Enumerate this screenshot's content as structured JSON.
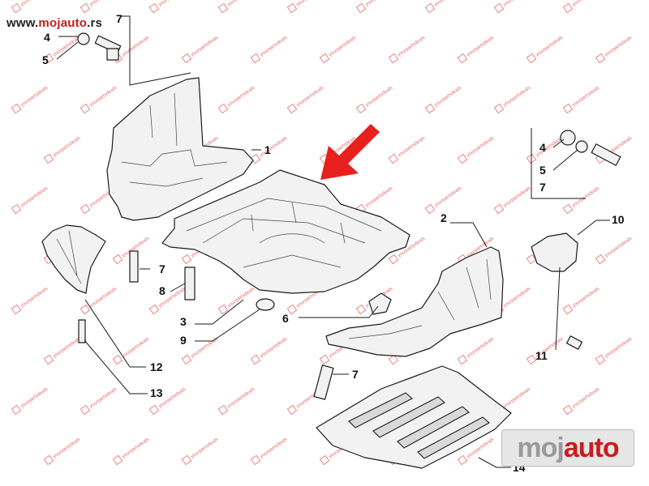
{
  "website": {
    "prefix": "www.",
    "brand": "mojauto",
    "suffix": ".rs"
  },
  "logo": {
    "part1": "moj",
    "part2": "auto"
  },
  "watermark_text": "yourpartsdeals",
  "callouts": [
    {
      "id": "c4a",
      "text": "4"
    },
    {
      "id": "c5a",
      "text": "5"
    },
    {
      "id": "c7a",
      "text": "7"
    },
    {
      "id": "c1",
      "text": "1"
    },
    {
      "id": "c2",
      "text": "2"
    },
    {
      "id": "c3",
      "text": "3"
    },
    {
      "id": "c4b",
      "text": "4"
    },
    {
      "id": "c5b",
      "text": "5"
    },
    {
      "id": "c6",
      "text": "6"
    },
    {
      "id": "c7b",
      "text": "7"
    },
    {
      "id": "c7c",
      "text": "7"
    },
    {
      "id": "c7d",
      "text": "7"
    },
    {
      "id": "c8",
      "text": "8"
    },
    {
      "id": "c9",
      "text": "9"
    },
    {
      "id": "c10",
      "text": "10"
    },
    {
      "id": "c11",
      "text": "11"
    },
    {
      "id": "c12",
      "text": "12"
    },
    {
      "id": "c13",
      "text": "13"
    },
    {
      "id": "c14",
      "text": "14"
    }
  ],
  "colors": {
    "arrow": "#e8201e",
    "watermark": "#e46a6a",
    "line": "#1a1a1a",
    "part_fill": "#f2f2f2"
  }
}
